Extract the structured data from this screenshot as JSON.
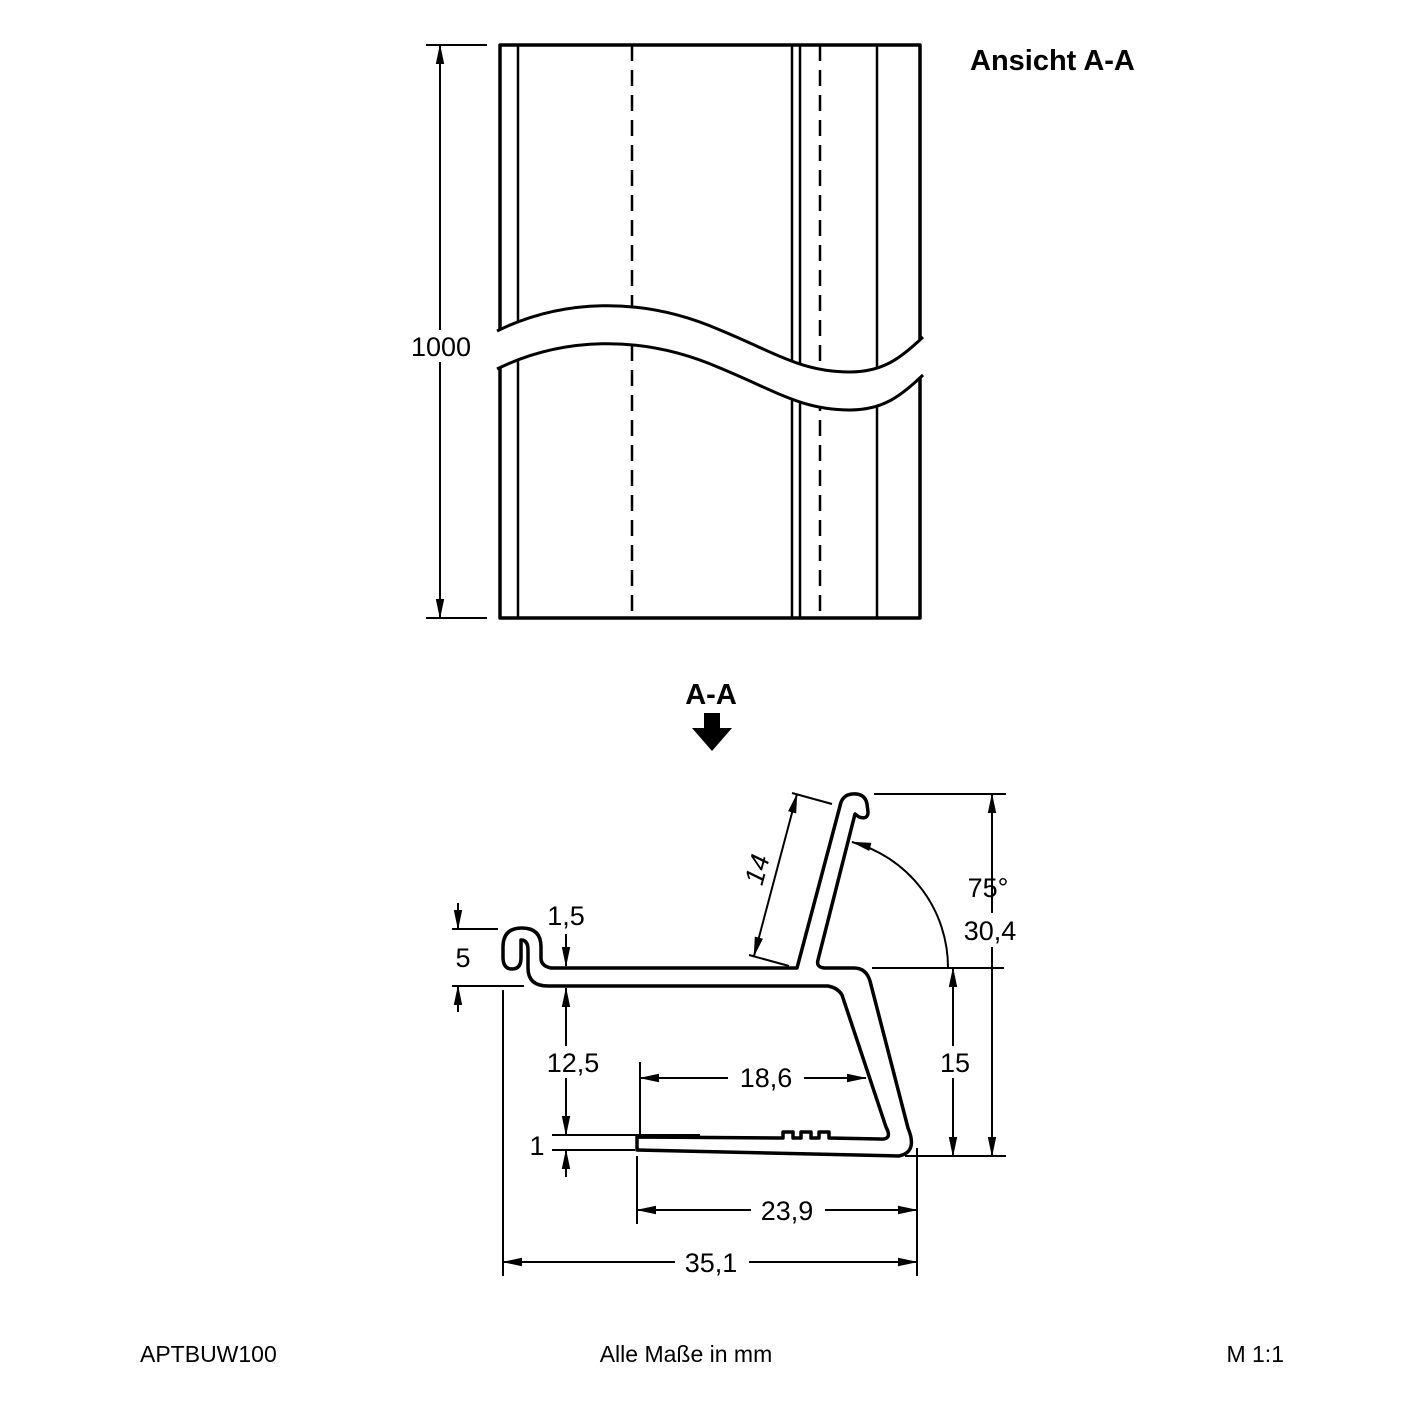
{
  "title": "Ansicht A-A",
  "section_label": "A-A",
  "top_view": {
    "length": "1000"
  },
  "profile": {
    "wall_thickness": "1,5",
    "hook_height": "5",
    "arm_length": "14",
    "arm_angle": "75°",
    "total_height": "30,4",
    "web_height": "12,5",
    "inner_width": "18,6",
    "right_height": "15",
    "base_thickness": "1",
    "base_width": "23,9",
    "total_width": "35,1"
  },
  "footer": {
    "part_number": "APTBUW100",
    "units_note": "Alle Maße in mm",
    "scale": "M 1:1"
  },
  "colors": {
    "line": "#000000",
    "background": "#ffffff"
  }
}
